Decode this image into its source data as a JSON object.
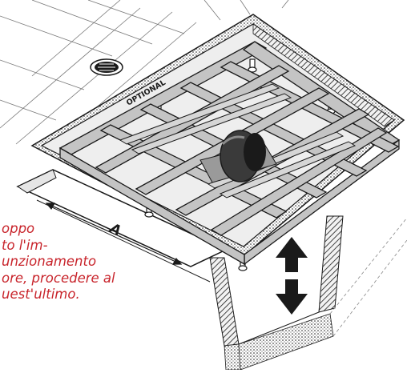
{
  "figure": {
    "frame_label": "OPTIONAL",
    "dimension_label": "A",
    "caption_lines": [
      "oppo",
      "to l'im-",
      "unzionamento",
      "ore, procedere al",
      "uest'ultimo."
    ]
  },
  "colors": {
    "caption_text": "#c8242b",
    "line_art": "#1a1a1a",
    "frame_fill": "#bdbdbd",
    "frame_fill_light": "#d6d6d6"
  },
  "icons": [
    "floor-drain-grate",
    "double-arrow-up-down",
    "pump-motor"
  ]
}
